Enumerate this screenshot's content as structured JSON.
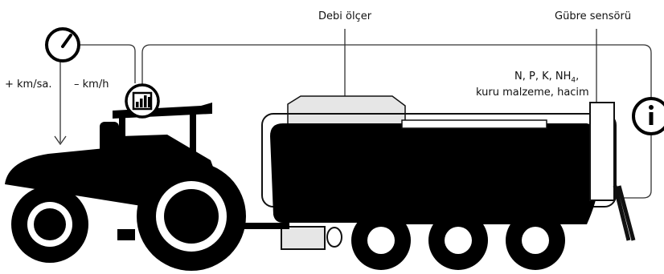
{
  "labels": {
    "flow_meter": "Debi ölçer",
    "fertilizer_sensor": "Gübre sensörü",
    "speed_plus": "+ km/sa.",
    "speed_minus": "– km/h",
    "nutrients_line1_prefix": "N, P, K, NH",
    "nutrients_subscript": "4",
    "nutrients_line1_suffix": ",",
    "nutrients_line2": "kuru malzeme, hacim"
  },
  "icons": [
    "speedometer-icon",
    "bar-chart-monitor-icon",
    "info-icon",
    "tractor-icon",
    "slurry-tanker-icon"
  ],
  "colors": {
    "ink": "#000000",
    "tank_top": "#e6e6e6",
    "line": "#333333",
    "background": "#ffffff"
  }
}
